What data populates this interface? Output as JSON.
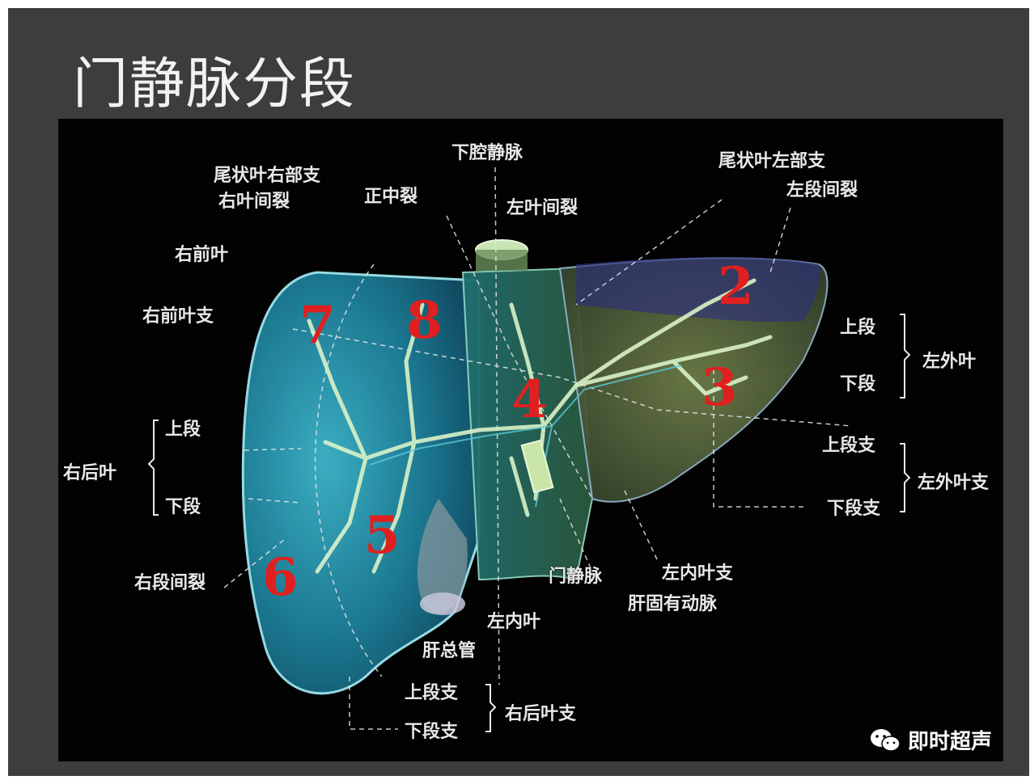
{
  "slide": {
    "title": "门静脉分段"
  },
  "colors": {
    "liver_right": "#2a8fa8",
    "liver_left": "#5b6a3e",
    "segment_number": "#e02020",
    "vessel": "#d9f2c8"
  },
  "labels": {
    "inferior_vena_cava": "下腔静脉",
    "caudate_right_branch": "尾状叶右部支",
    "right_interlobar_fissure": "右叶间裂",
    "median_fissure": "正中裂",
    "left_interlobar_fissure": "左叶间裂",
    "caudate_left_branch": "尾状叶左部支",
    "left_intersegmental_fissure": "左段间裂",
    "right_anterior_lobe": "右前叶",
    "right_anterior_lobe_branch": "右前叶支",
    "right_posterior_upper": "上段",
    "right_posterior_lobe": "右后叶",
    "right_posterior_lower": "下段",
    "right_intersegmental_fissure": "右段间裂",
    "left_lateral_upper": "上段",
    "left_lateral_lobe": "左外叶",
    "left_lateral_lower": "下段",
    "left_lateral_upper_branch": "上段支",
    "left_lateral_lobe_branch": "左外叶支",
    "left_lateral_lower_branch": "下段支",
    "portal_vein": "门静脉",
    "left_medial_branch": "左内叶支",
    "hepatic_proper_artery": "肝固有动脉",
    "left_medial_lobe": "左内叶",
    "common_hepatic_duct": "肝总管",
    "right_posterior_upper_branch": "上段支",
    "right_posterior_lower_branch": "下段支",
    "right_posterior_lobe_branch": "右后叶支"
  },
  "segments": [
    "2",
    "3",
    "4",
    "5",
    "6",
    "7",
    "8"
  ],
  "watermark": {
    "icon": "wechat-icon",
    "text": "即时超声"
  }
}
